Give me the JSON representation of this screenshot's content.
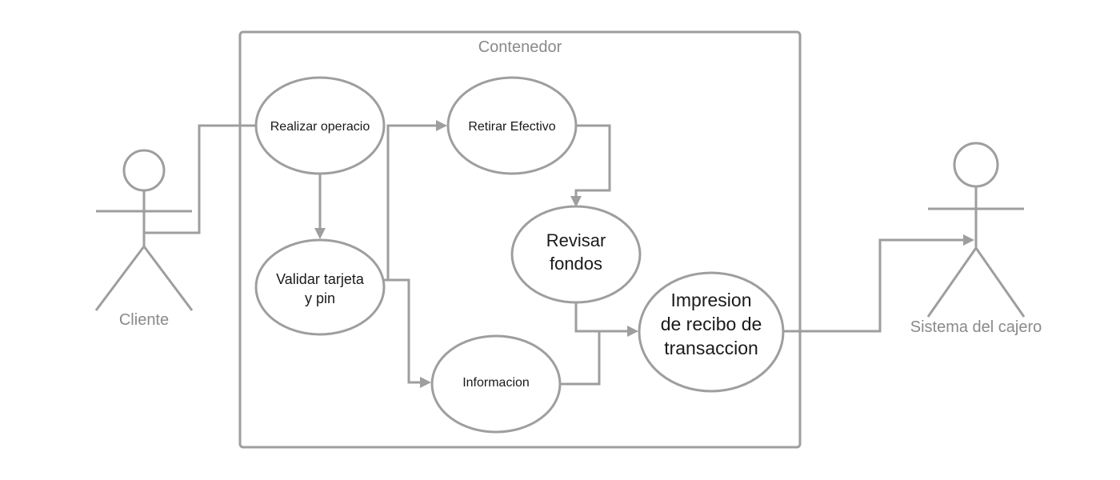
{
  "container": {
    "title": "Contenedor"
  },
  "actors": {
    "cliente": "Cliente",
    "sistema": "Sistema del cajero"
  },
  "use_cases": {
    "realizar_operacion": "Realizar operacio",
    "validar_tarjeta_line1": "Validar tarjeta",
    "validar_tarjeta_line2": "y pin",
    "retirar_efectivo": "Retirar Efectivo",
    "revisar_fondos_line1": "Revisar",
    "revisar_fondos_line2": "fondos",
    "informacion": "Informacion",
    "impresion_line1": "Impresion",
    "impresion_line2": "de recibo de",
    "impresion_line3": "transaccion"
  },
  "colors": {
    "stroke": "#9e9e9e",
    "text_dark": "#1a1a1a",
    "text_gray": "#8a8a8a",
    "background": "#ffffff"
  }
}
